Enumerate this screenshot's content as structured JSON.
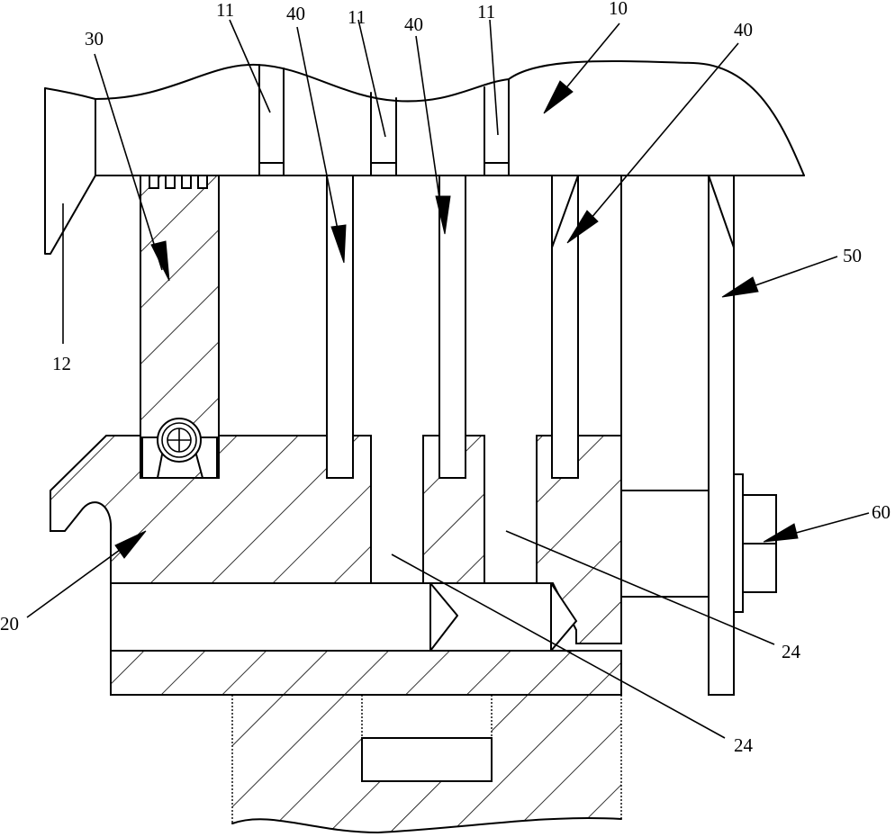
{
  "labels": {
    "l11a": "11",
    "l40a": "40",
    "l11b": "11",
    "l40b": "40",
    "l11c": "11",
    "l10": "10",
    "l30": "30",
    "l40c": "40",
    "l50": "50",
    "l12": "12",
    "l60": "60",
    "l20": "20",
    "l24a": "24",
    "l24b": "24"
  }
}
